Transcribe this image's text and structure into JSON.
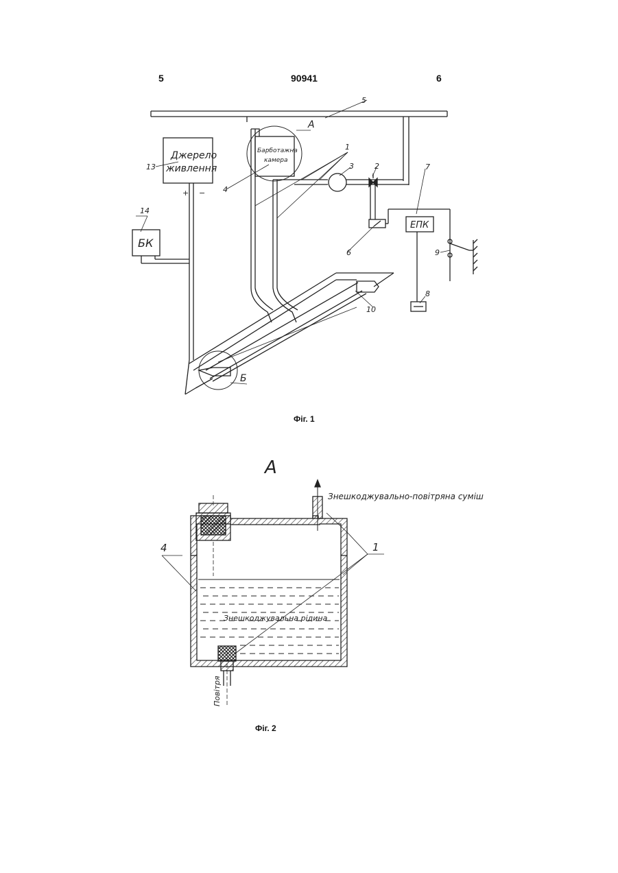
{
  "header": {
    "page_left": "5",
    "patent_number": "90941",
    "page_right": "6"
  },
  "fig1": {
    "caption": "Фіг. 1",
    "power_source_line1": "Джерело",
    "power_source_line2": "живлення",
    "power_plus": "+",
    "power_minus": "−",
    "bubble_chamber_line1": "Барботажна",
    "bubble_chamber_line2": "камера",
    "control_unit": "БК",
    "epk": "ЕПК",
    "callout_A": "А",
    "callout_B": "Б",
    "ref_1": "1",
    "ref_2": "2",
    "ref_3": "3",
    "ref_4": "4",
    "ref_5": "5",
    "ref_6": "6",
    "ref_7": "7",
    "ref_8": "8",
    "ref_9": "9",
    "ref_10": "10",
    "ref_13": "13",
    "ref_14": "14"
  },
  "fig2": {
    "caption": "Фіг. 2",
    "view_label": "А",
    "output_label": "Знешкоджувально-повітряна суміш",
    "liquid_label": "Знешкоджувальна рідина",
    "air_label": "Повітря",
    "ref_1": "1",
    "ref_4": "4"
  }
}
